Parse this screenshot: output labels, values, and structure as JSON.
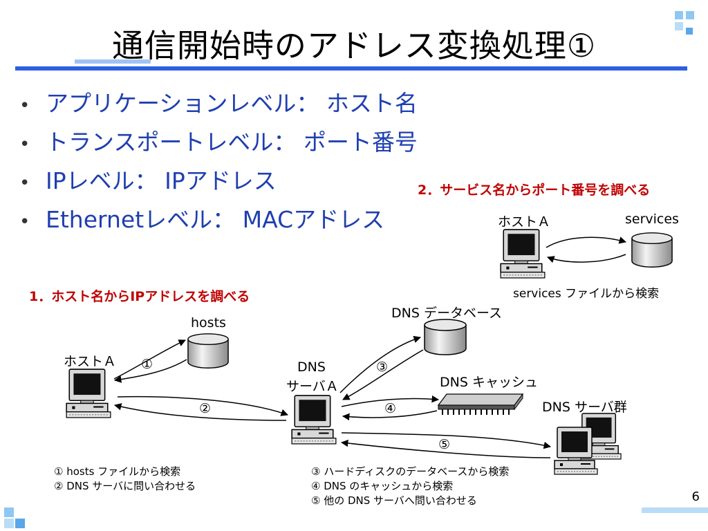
{
  "title": "通信開始時のアドレス変換処理①",
  "bullets": [
    "アプリケーションレベル：  ホスト名",
    "トランスポートレベル：  ポート番号",
    "IPレベル：  IPアドレス",
    "Ethernetレベル：  MACアドレス"
  ],
  "bullet_glyph": "•",
  "section2": {
    "heading": "2．サービス名からポート番号を調べる",
    "host_label": "ホストＡ",
    "db_label": "services",
    "caption": "services ファイルから検索"
  },
  "section1": {
    "heading": "1．ホスト名からIPアドレスを調べる",
    "host_label": "ホストＡ",
    "hosts_label": "hosts",
    "dns_server_label_line1": "DNS",
    "dns_server_label_line2": "サーバＡ",
    "dns_db_label": "DNS データベース",
    "dns_cache_label": "DNS キャッシュ",
    "dns_group_label": "DNS サーバ群",
    "steps": [
      "①",
      "②",
      "③",
      "④",
      "⑤"
    ]
  },
  "notes_left": [
    "① hosts ファイルから検索",
    "② DNS サーバに問い合わせる"
  ],
  "notes_right": [
    "③ ハードディスクのデータベースから検索",
    "④ DNS のキャッシュから検索",
    "⑤ 他の DNS サーバへ問い合わせる"
  ],
  "page_number": "6",
  "colors": {
    "title_rule": "#2f5fe0",
    "bullet_text": "#1f3fb0",
    "heading_red": "#c00000"
  }
}
